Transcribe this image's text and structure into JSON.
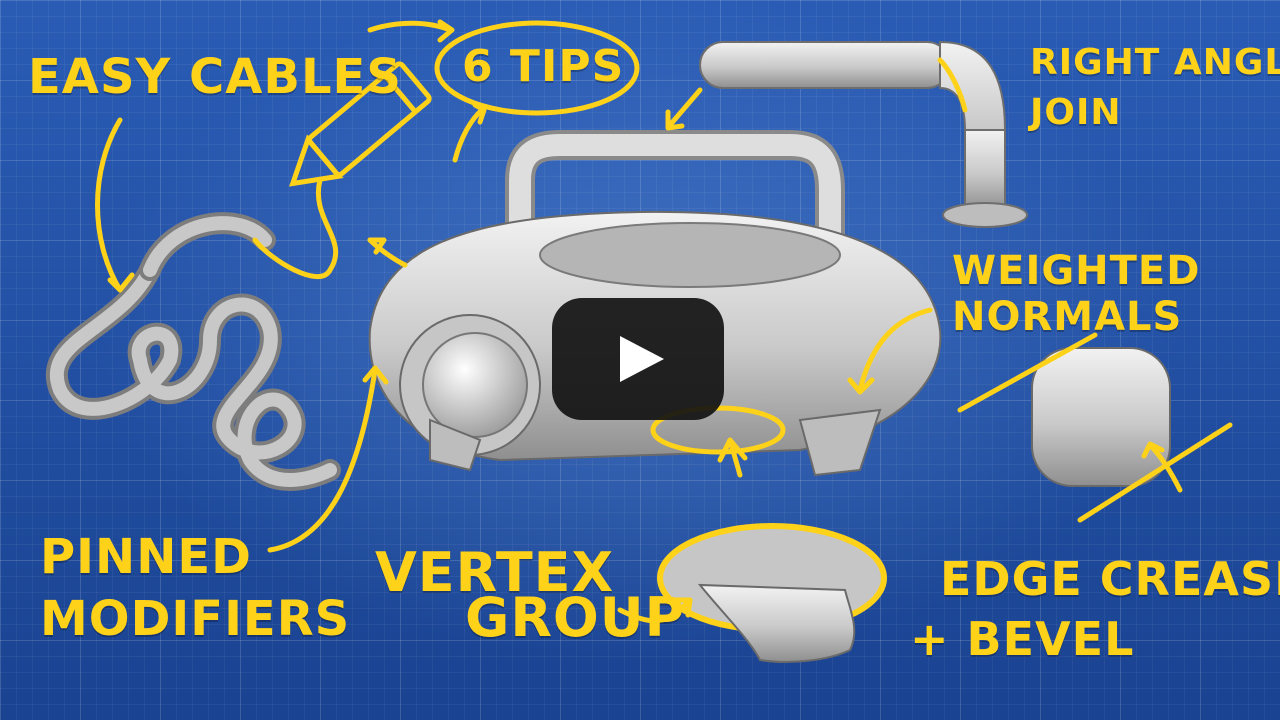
{
  "labels": {
    "easy_cables": "Easy Cables",
    "tips": "6 Tips",
    "right_angle": "Right angle",
    "join": "Join",
    "weighted": "Weighted",
    "normals": "Normals",
    "pinned": "Pinned",
    "modifiers": "Modifiers",
    "vertex": "Vertex",
    "group": "Group",
    "edge_crease": "Edge Crease",
    "bevel": "+ Bevel"
  },
  "colors": {
    "accent": "#ffd21a",
    "background": "#1f4fa6",
    "model": "#d8d8d8"
  },
  "icons": {
    "play": "play-icon",
    "pencil": "pencil-icon"
  }
}
